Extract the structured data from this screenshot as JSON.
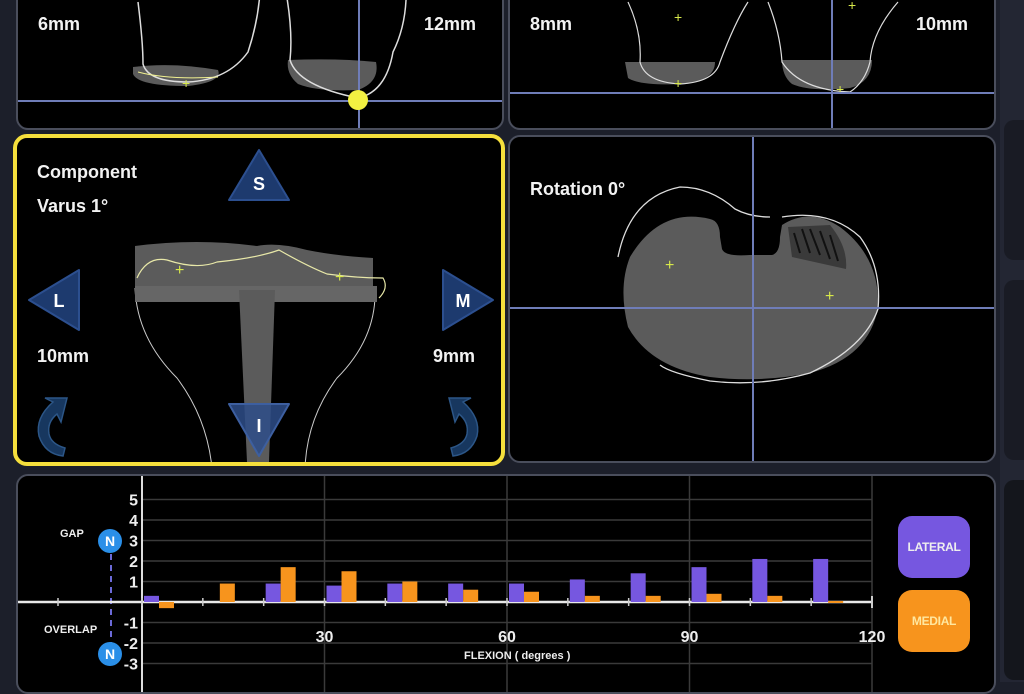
{
  "colors": {
    "active_border": "#f5df3c",
    "crosshair": "#6f7db8",
    "arrow_fill": "#1d3a6e",
    "lateral": "#7657e0",
    "medial": "#f7941d",
    "n_marker": "#2a8fe8",
    "bone_fill": "#5b5b5b",
    "landmark": "#d7e84a"
  },
  "panels": {
    "femur_distal": {
      "left_value": "6mm",
      "right_value": "12mm"
    },
    "femur_posterior": {
      "left_value": "8mm",
      "right_value": "10mm"
    },
    "tibia_coronal": {
      "title_line1": "Component",
      "title_line2": "Varus 1°",
      "left_value": "10mm",
      "right_value": "9mm",
      "arrows": {
        "superior": "S",
        "inferior": "I",
        "lateral": "L",
        "medial": "M"
      },
      "rotate_left_icon": "rotate-ccw-icon",
      "rotate_right_icon": "rotate-cw-icon"
    },
    "tibia_axial": {
      "title": "Rotation 0°"
    }
  },
  "gap_chart": {
    "gap_label": "GAP",
    "overlap_label": "OVERLAP",
    "n_marker_label": "N",
    "xlabel": "FLEXION  ( degrees )",
    "legend": {
      "lateral": "LATERAL",
      "medial": "MEDIAL"
    }
  },
  "chart_data": {
    "type": "bar",
    "title": "",
    "xlabel": "FLEXION ( degrees )",
    "ylabel_positive": "GAP",
    "ylabel_negative": "OVERLAP",
    "x_ticks": [
      30,
      60,
      90,
      120
    ],
    "x_range": [
      0,
      120
    ],
    "y_ticks": [
      5,
      4,
      3,
      2,
      1,
      -1,
      -2,
      -3
    ],
    "ylim": [
      -3,
      5
    ],
    "grid": true,
    "legend_position": "right",
    "categories": [
      0,
      10,
      20,
      30,
      40,
      50,
      60,
      70,
      80,
      90,
      100,
      110
    ],
    "series": [
      {
        "name": "LATERAL",
        "color": "#7657e0",
        "values": [
          0.3,
          0.0,
          0.9,
          0.8,
          0.9,
          0.9,
          0.9,
          1.1,
          1.4,
          1.7,
          2.1,
          2.1
        ]
      },
      {
        "name": "MEDIAL",
        "color": "#f7941d",
        "values": [
          -0.3,
          0.9,
          1.7,
          1.5,
          1.0,
          0.6,
          0.5,
          0.3,
          0.3,
          0.4,
          0.3,
          0.05
        ]
      }
    ],
    "markers": [
      {
        "label": "N",
        "position": "gap",
        "y": 3
      },
      {
        "label": "N",
        "position": "overlap",
        "y": -2
      }
    ]
  }
}
